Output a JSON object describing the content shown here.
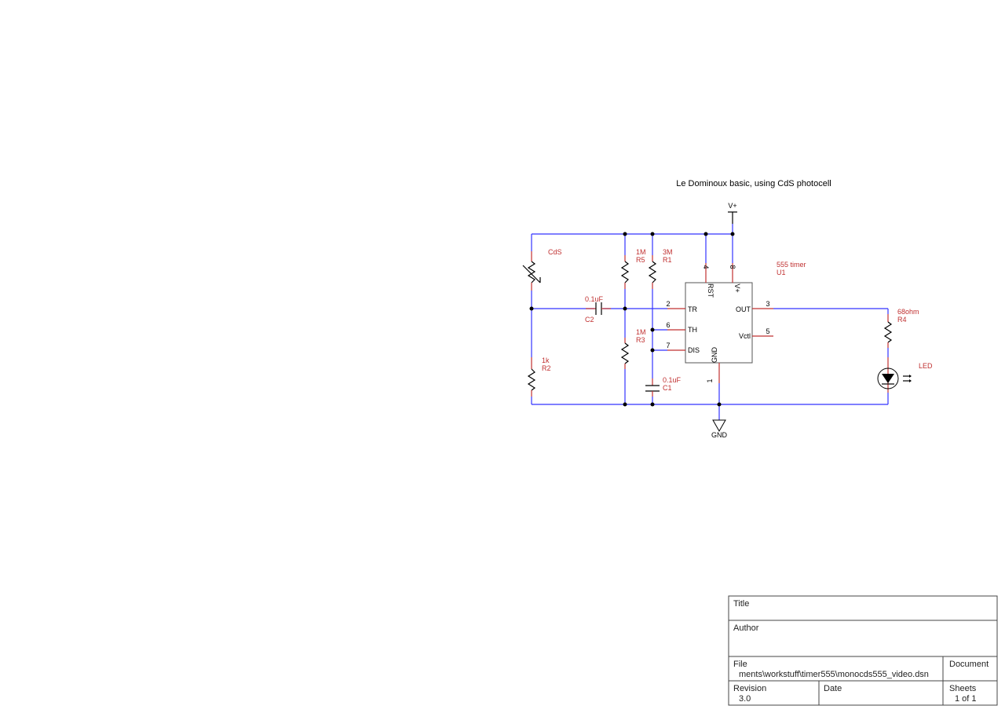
{
  "schematic": {
    "title": "Le Dominoux basic, using CdS photocell",
    "power_label": "V+",
    "ground_label": "GND",
    "components": {
      "cds": {
        "name": "CdS"
      },
      "r5": {
        "value": "1M",
        "ref": "R5"
      },
      "r1": {
        "value": "3M",
        "ref": "R1"
      },
      "r3": {
        "value": "1M",
        "ref": "R3"
      },
      "r2": {
        "value": "1k",
        "ref": "R2"
      },
      "r4": {
        "value": "68ohm",
        "ref": "R4"
      },
      "c2": {
        "value": "0.1uF",
        "ref": "C2"
      },
      "c1": {
        "value": "0.1uF",
        "ref": "C1"
      },
      "led": {
        "name": "LED"
      },
      "u1": {
        "value": "555 timer",
        "ref": "U1"
      }
    },
    "ic_pins": {
      "rst": "RST",
      "vplus": "V+",
      "tr": "TR",
      "th": "TH",
      "dis": "DIS",
      "out": "OUT",
      "vctl": "Vctl",
      "gnd": "GND",
      "n4": "4",
      "n8": "8",
      "n2": "2",
      "n6": "6",
      "n7": "7",
      "n3": "3",
      "n5": "5",
      "n1": "1"
    }
  },
  "title_block": {
    "title_label": "Title",
    "author_label": "Author",
    "file_label": "File",
    "file_value": "ments\\workstuff\\timer555\\monocds555_video.dsn",
    "document_label": "Document",
    "revision_label": "Revision",
    "revision_value": "3.0",
    "date_label": "Date",
    "sheets_label": "Sheets",
    "sheets_value": "1 of 1"
  }
}
